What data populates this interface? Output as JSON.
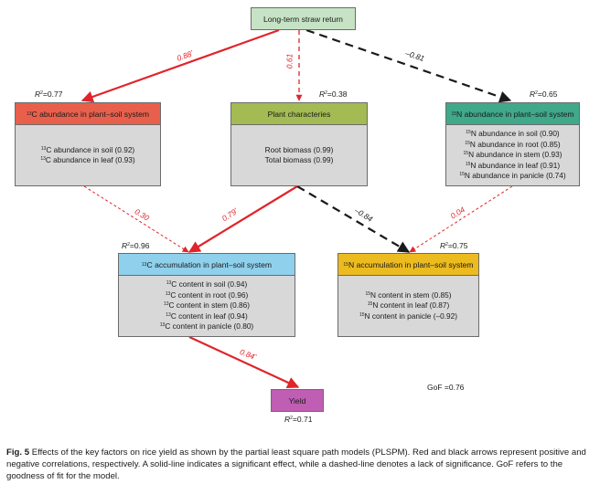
{
  "nodes": {
    "straw": {
      "label": "Long-term straw return",
      "color": "#c7e3c5"
    },
    "c13_abundance": {
      "title": "C abundance in plant–soil system",
      "isotope": "13",
      "color": "#e8604c",
      "r2": "=0.77",
      "items": [
        {
          "iso": "13",
          "text": "C abundance in soil (0.92)"
        },
        {
          "iso": "13",
          "text": "C abundance in leaf (0.93)"
        }
      ]
    },
    "plant": {
      "title": "Plant characteries",
      "color": "#a3bb52",
      "r2": "=0.38",
      "items": [
        {
          "iso": "",
          "text": "Root biomass (0.99)"
        },
        {
          "iso": "",
          "text": "Total biomass (0.99)"
        }
      ]
    },
    "n15_abundance": {
      "title": "N abundance in plant–soil system",
      "isotope": "15",
      "color": "#3fa98a",
      "r2": "=0.65",
      "items": [
        {
          "iso": "15",
          "text": "N abundance in soil (0.90)"
        },
        {
          "iso": "15",
          "text": "N abundance in root (0.85)"
        },
        {
          "iso": "15",
          "text": "N abundance in stem (0.93)"
        },
        {
          "iso": "15",
          "text": "N abundance in leaf (0.91)"
        },
        {
          "iso": "15",
          "text": "N abundance in panicle (0.74)"
        }
      ]
    },
    "c13_accum": {
      "title": "C accumulation in plant–soil system",
      "isotope": "13",
      "color": "#8fd0ec",
      "r2": "=0.96",
      "items": [
        {
          "iso": "13",
          "text": "C content  in soil (0.94)"
        },
        {
          "iso": "13",
          "text": "C content in root (0.96)"
        },
        {
          "iso": "13",
          "text": "C content in stem (0.86)"
        },
        {
          "iso": "13",
          "text": "C content in leaf (0.94)"
        },
        {
          "iso": "13",
          "text": "C content in panicle (0.80)"
        }
      ]
    },
    "n15_accum": {
      "title": "N accumulation in plant–soil system",
      "isotope": "15",
      "color": "#ecbb1f",
      "r2": "=0.75",
      "items": [
        {
          "iso": "15",
          "text": "N content in stem (0.85)"
        },
        {
          "iso": "15",
          "text": "N content in leaf (0.87)"
        },
        {
          "iso": "15",
          "text": "N content in panicle (–0.92)"
        }
      ]
    },
    "yield": {
      "label": "Yield",
      "color": "#bf5eb3",
      "r2": "=0.71"
    }
  },
  "r2_symbol": "R",
  "r2_sup": "2",
  "edges": [
    {
      "id": "straw-c13ab",
      "from": "straw",
      "to": "c13_abundance",
      "coef": "0.88",
      "sig": "*",
      "sign": "positive",
      "significant": true
    },
    {
      "id": "straw-plant",
      "from": "straw",
      "to": "plant",
      "coef": "0.61",
      "sig": "",
      "sign": "positive",
      "significant": false
    },
    {
      "id": "straw-n15ab",
      "from": "straw",
      "to": "n15_abundance",
      "coef": "–0.81",
      "sig": "",
      "sign": "negative",
      "significant": false
    },
    {
      "id": "c13ab-c13acc",
      "from": "c13_abundance",
      "to": "c13_accum",
      "coef": "0.30",
      "sig": "",
      "sign": "positive",
      "significant": false
    },
    {
      "id": "plant-c13acc",
      "from": "plant",
      "to": "c13_accum",
      "coef": "0.79",
      "sig": "*",
      "sign": "positive",
      "significant": true
    },
    {
      "id": "plant-n15acc",
      "from": "plant",
      "to": "n15_accum",
      "coef": "–0.84",
      "sig": "",
      "sign": "negative",
      "significant": false
    },
    {
      "id": "n15ab-n15acc",
      "from": "n15_abundance",
      "to": "n15_accum",
      "coef": "0.04",
      "sig": "",
      "sign": "positive",
      "significant": false
    },
    {
      "id": "c13acc-yield",
      "from": "c13_accum",
      "to": "yield",
      "coef": "0.84",
      "sig": "*",
      "sign": "positive",
      "significant": true
    }
  ],
  "gof": "GoF =0.76",
  "colors": {
    "positive": "#e0242a",
    "negative": "#1a1a1a",
    "body": "#d8d8d8"
  },
  "caption": {
    "figure": "Fig. 5",
    "text": "  Effects of the key factors on rice yield as shown by the partial least square path models (PLSPM).  Red and black arrows represent positive and negative correlations, respectively.  A solid-line indicates a significant effect, while a dashed-line denotes a lack of significance.  GoF refers to the goodness of fit for the model."
  }
}
